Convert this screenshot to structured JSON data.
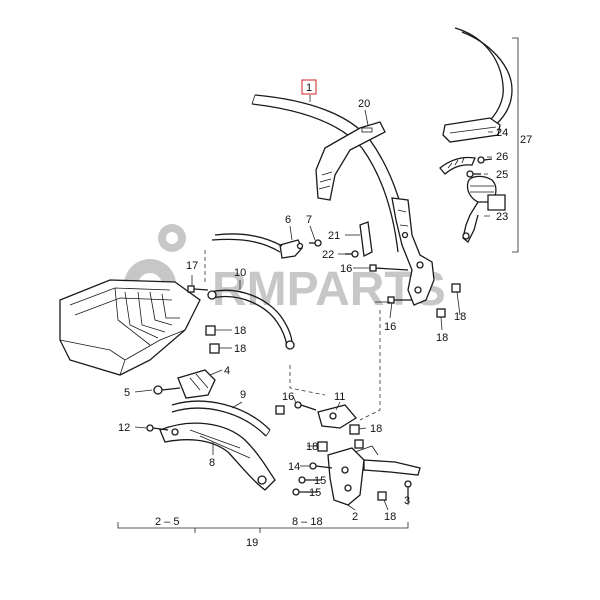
{
  "watermark": {
    "text": "RMPARTS",
    "color": "#9a9a9a"
  },
  "callouts": {
    "c1": "1",
    "c20": "20",
    "c24": "24",
    "c26": "26",
    "c25": "25",
    "c23": "23",
    "c27": "27",
    "c6": "6",
    "c7": "7",
    "c21": "21",
    "c22": "22",
    "c16a": "16",
    "c16b": "16",
    "c18a": "18",
    "c18b": "18",
    "c17": "17",
    "c10": "10",
    "c18c": "18",
    "c18d": "18",
    "c4": "4",
    "c5": "5",
    "c9": "9",
    "c12": "12",
    "c8": "8",
    "c16c": "16",
    "c11": "11",
    "c18e": "18",
    "c18f": "18",
    "c14": "14",
    "c15a": "15",
    "c15b": "15",
    "c3": "3",
    "c2": "2",
    "c18g": "18"
  },
  "ranges": {
    "left": "2 – 5",
    "right": "8 – 18",
    "total": "19"
  },
  "highlight_color": "#cc2222"
}
